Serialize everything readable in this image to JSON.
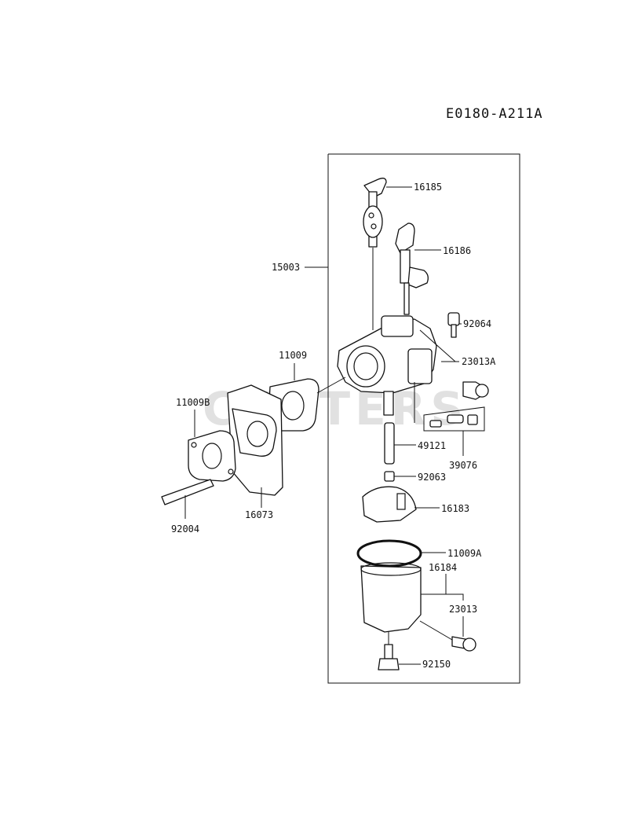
{
  "diagram_code": "E0180-A211A",
  "watermark": "CUTTERS",
  "labels": {
    "p16185": "16185",
    "p16186": "16186",
    "p15003": "15003",
    "p92064": "92064",
    "p11009": "11009",
    "p23013A": "23013A",
    "p11009B": "11009B",
    "p49121": "49121",
    "p39076": "39076",
    "p92063": "92063",
    "p16183": "16183",
    "p92004": "92004",
    "p16073": "16073",
    "p11009A": "11009A",
    "p16184": "16184",
    "p23013": "23013",
    "p92150": "92150"
  }
}
